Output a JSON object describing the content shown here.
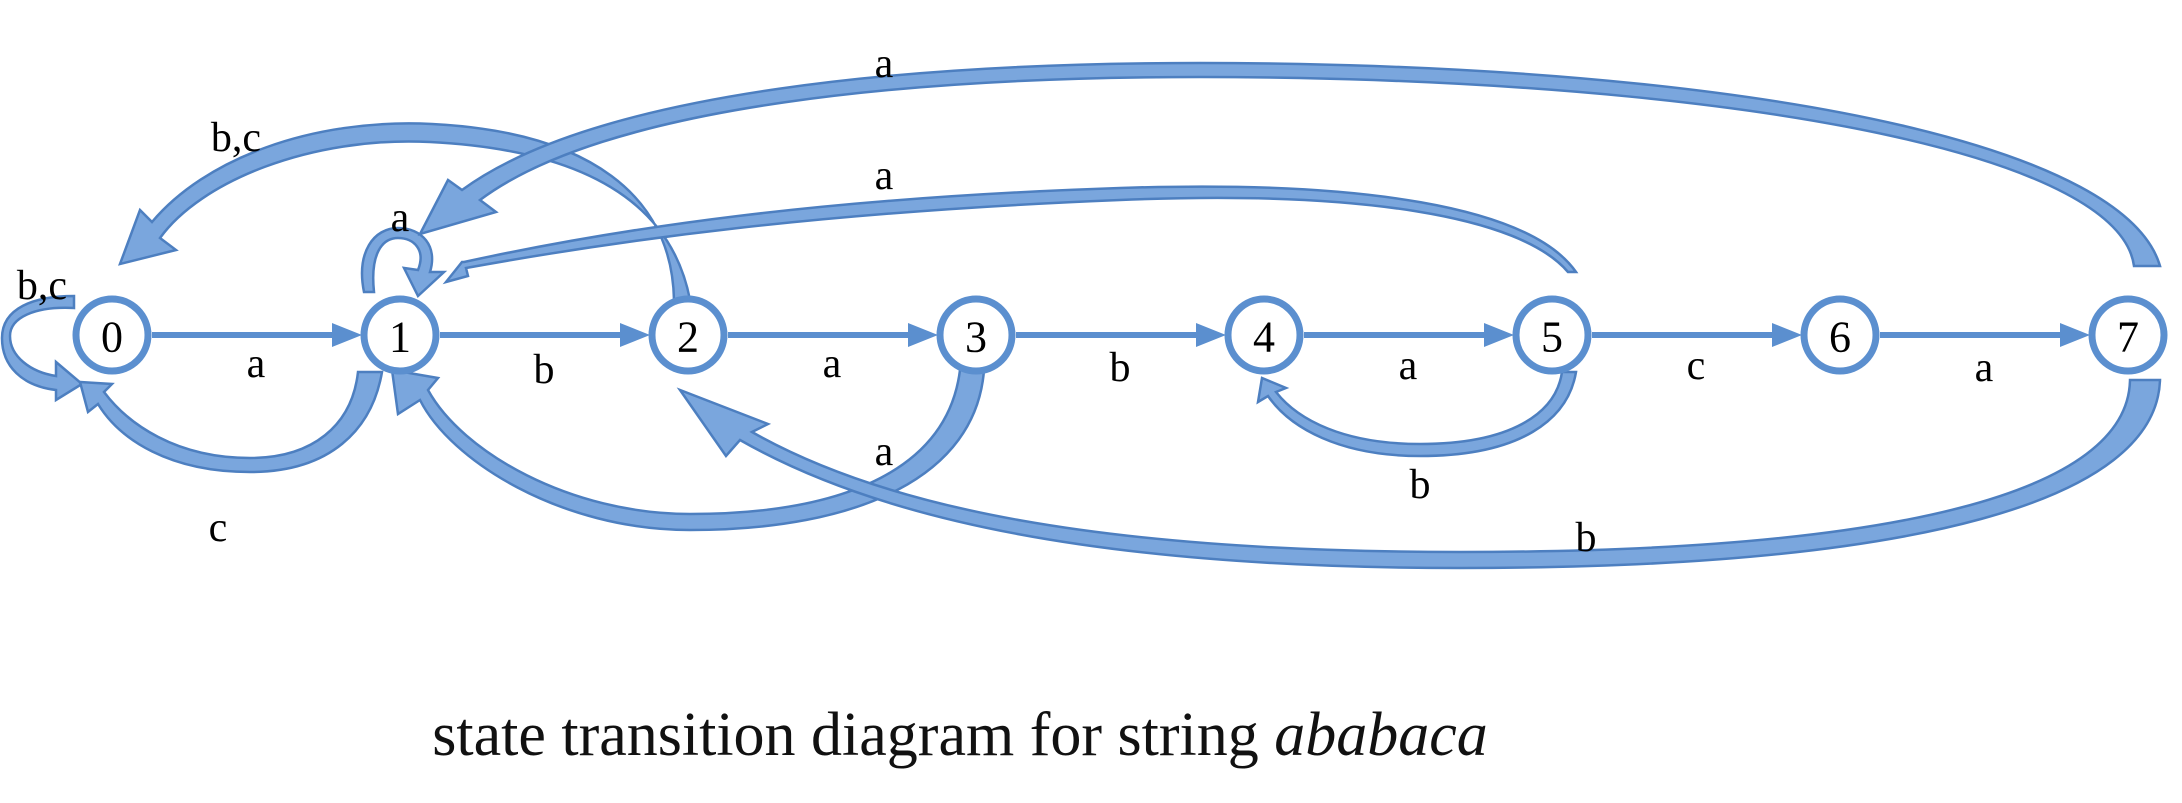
{
  "diagram": {
    "states": [
      "0",
      "1",
      "2",
      "3",
      "4",
      "5",
      "6",
      "7"
    ],
    "forward_transitions": [
      {
        "from": "0",
        "to": "1",
        "label": "a"
      },
      {
        "from": "1",
        "to": "2",
        "label": "b"
      },
      {
        "from": "2",
        "to": "3",
        "label": "a"
      },
      {
        "from": "3",
        "to": "4",
        "label": "b"
      },
      {
        "from": "4",
        "to": "5",
        "label": "a"
      },
      {
        "from": "5",
        "to": "6",
        "label": "c"
      },
      {
        "from": "6",
        "to": "7",
        "label": "a"
      }
    ],
    "back_transitions": [
      {
        "from": "0",
        "to": "0",
        "label": "b,c"
      },
      {
        "from": "1",
        "to": "1",
        "label": "a"
      },
      {
        "from": "1",
        "to": "0",
        "label": "c"
      },
      {
        "from": "2",
        "to": "0",
        "label": "b,c"
      },
      {
        "from": "3",
        "to": "1",
        "label": "a"
      },
      {
        "from": "5",
        "to": "1",
        "label": "a"
      },
      {
        "from": "5",
        "to": "4",
        "label": "b"
      },
      {
        "from": "7",
        "to": "1",
        "label": "a"
      },
      {
        "from": "7",
        "to": "2",
        "label": "b"
      }
    ]
  },
  "caption": {
    "prefix": "state transition diagram for string ",
    "string": "ababaca"
  },
  "colors": {
    "edge": "#5b8fcf",
    "band_fill": "#7aa6dd",
    "band_stroke": "#4d7fc0",
    "state_fill": "#ffffff"
  }
}
